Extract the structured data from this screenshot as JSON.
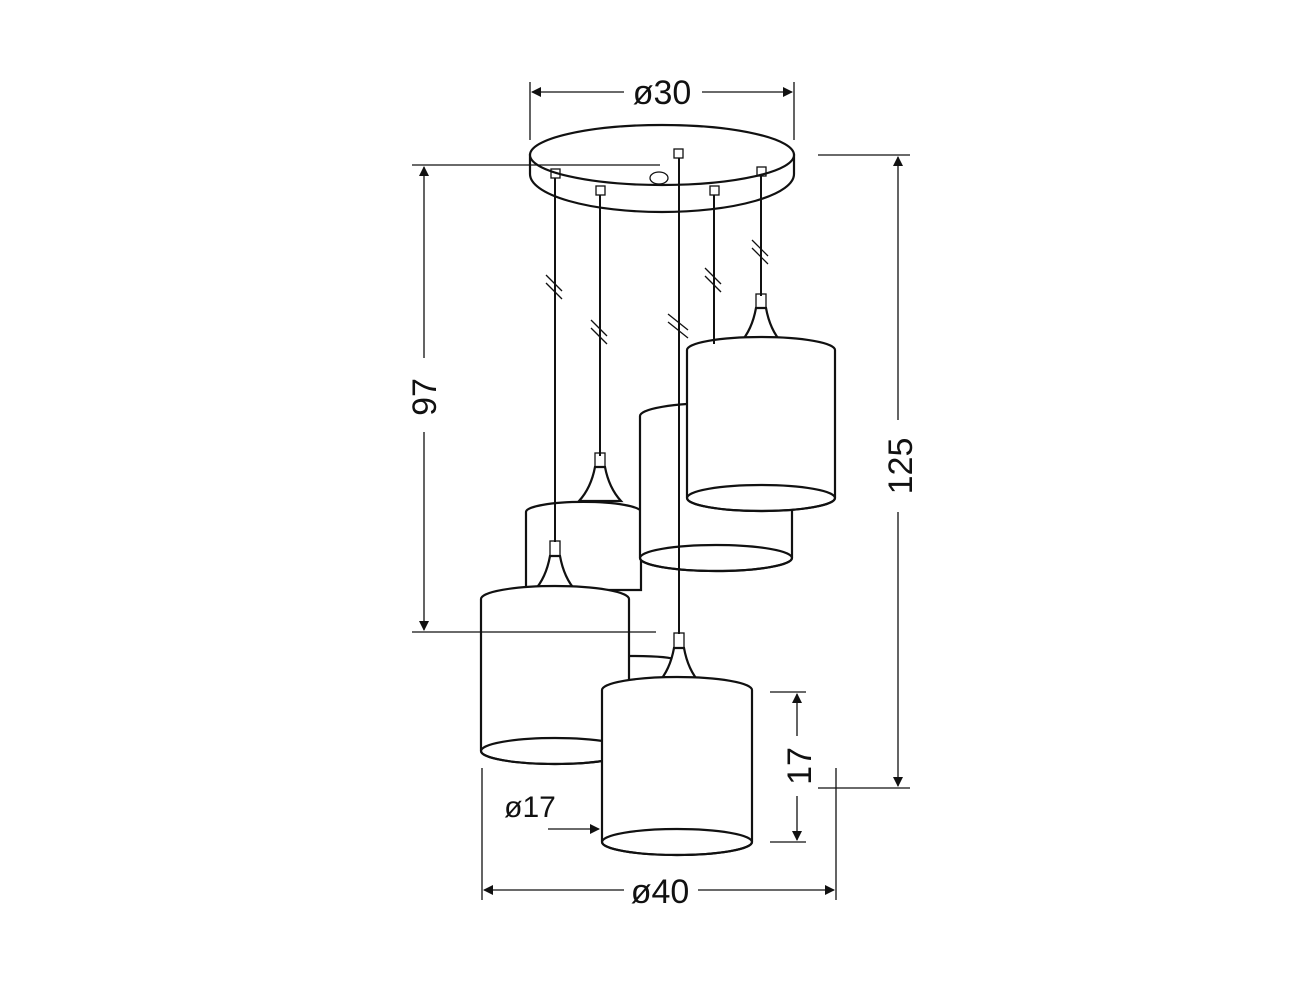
{
  "dimensions": {
    "canopy_diameter": "ø30",
    "cluster_diameter": "ø40",
    "shade_diameter": "ø17",
    "shade_height": "17",
    "min_height": "97",
    "max_height": "125"
  },
  "colors": {
    "line": "#111111",
    "background": "#ffffff"
  }
}
